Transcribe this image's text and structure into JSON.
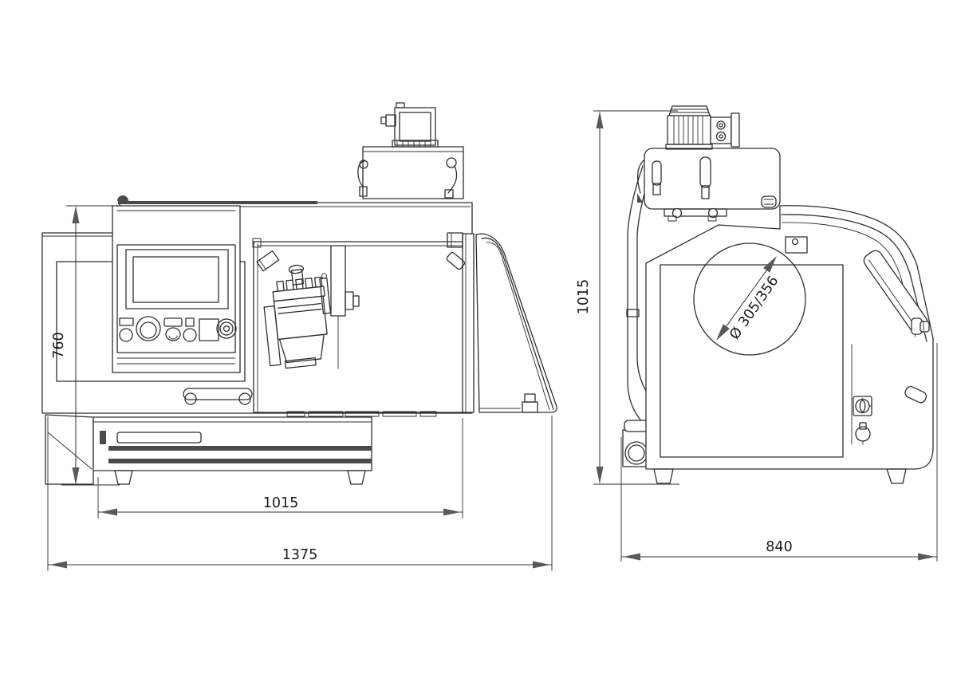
{
  "drawing": {
    "colors": {
      "background": "#ffffff",
      "line": "#2e2e2e",
      "arrow": "#58595b",
      "text": "#1a1a1a"
    },
    "dimensions": {
      "front_height": "760",
      "front_length": "1015",
      "overall_length": "1375",
      "side_height": "1015",
      "overall_depth": "840",
      "wheel_diameter": "Ø 305/356"
    }
  }
}
